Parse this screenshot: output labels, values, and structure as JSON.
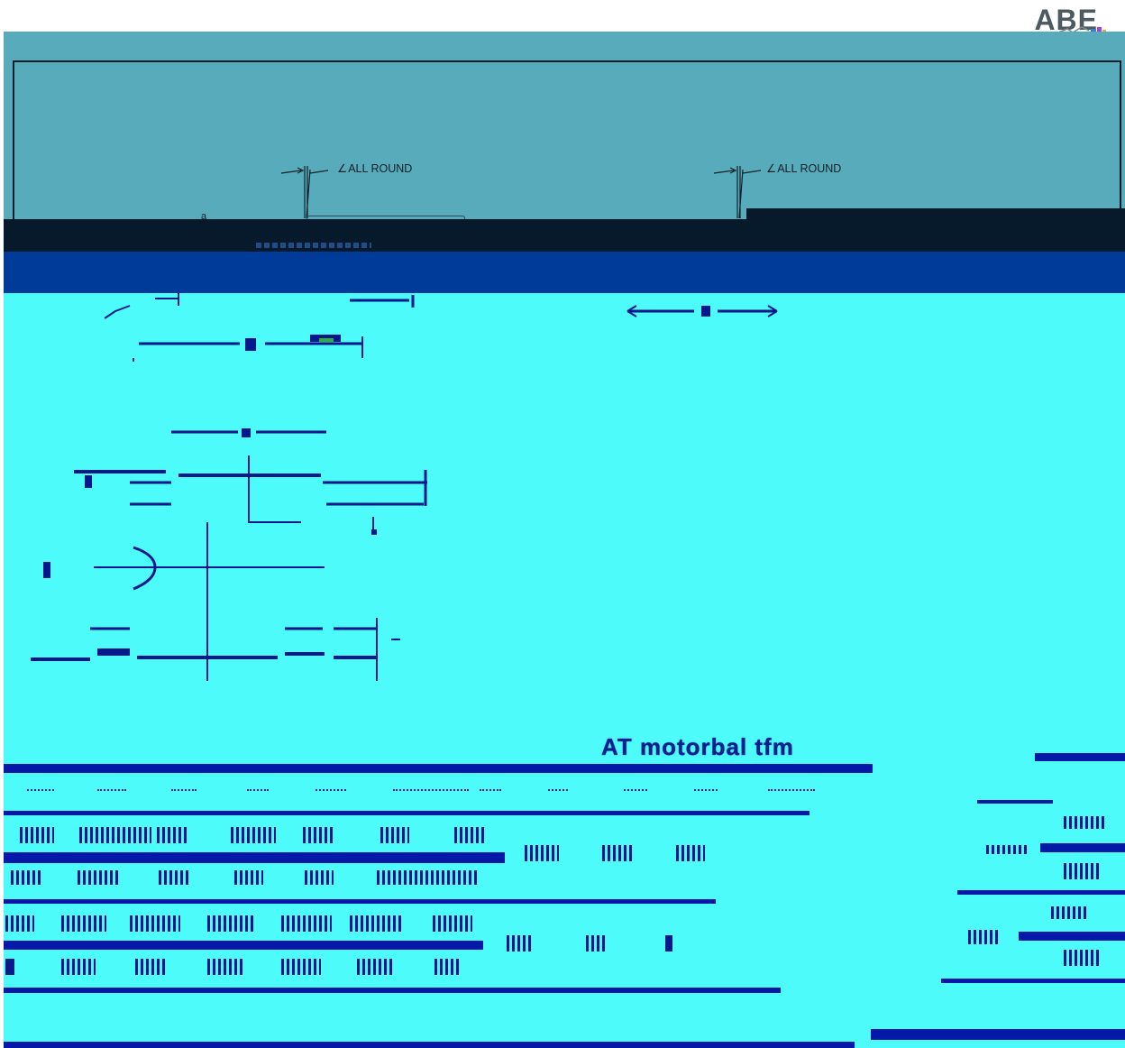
{
  "brand": {
    "text": "ABE",
    "icon": "brand-flourish-icon"
  },
  "upper_panel": {
    "weld_callouts": [
      {
        "angle_symbol": "∠",
        "text": "ALL ROUND"
      },
      {
        "angle_symbol": "∠",
        "text": "ALL ROUND"
      }
    ],
    "mark": "a"
  },
  "lower_panel": {
    "table_title": "AT motorbal tfm"
  },
  "colors": {
    "background": "#ffffff",
    "upper_panel": "#58abbb",
    "dark_bar": "#071a2c",
    "blue_band": "#003b9a",
    "lower_panel": "#4dfbfb",
    "ink": "#0a1a8a"
  }
}
